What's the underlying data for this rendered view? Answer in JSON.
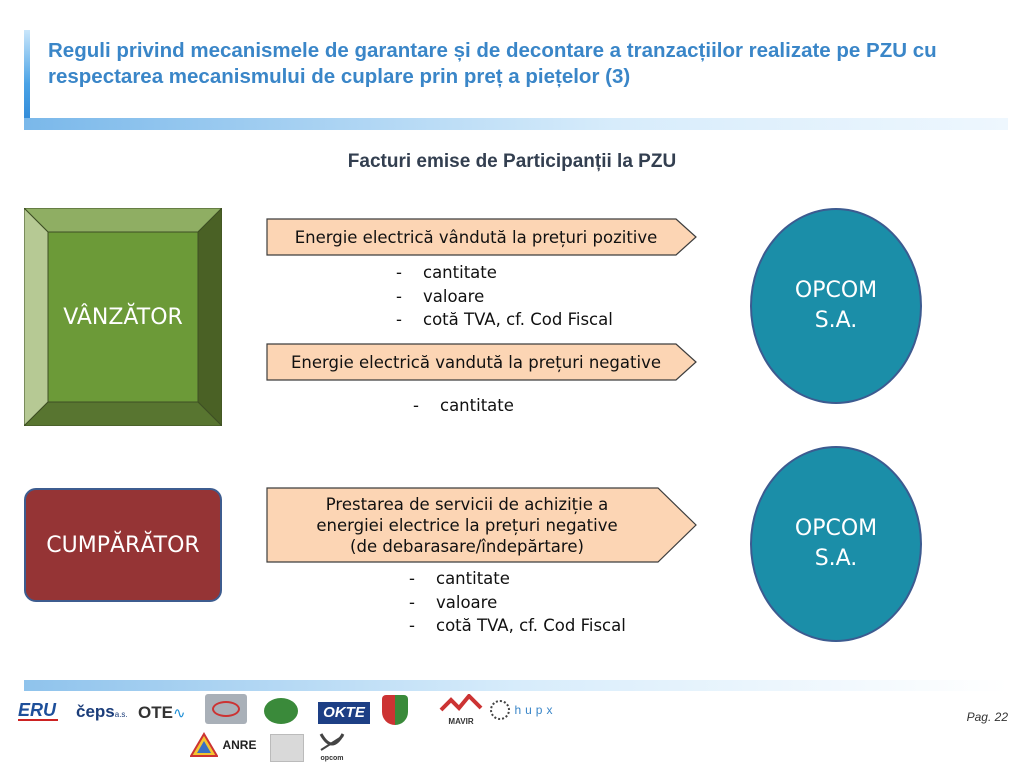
{
  "header": {
    "title": "Reguli privind mecanismele de garantare și de decontare a tranzacțiilor realizate pe PZU cu respectarea mecanismului de cuplare prin preț a piețelor (3)",
    "subtitle": "Facturi emise de Participanții la PZU"
  },
  "vanzator": {
    "label": "VÂNZĂTOR",
    "arrow1": "Energie electrică vândută la prețuri pozitive",
    "list1": [
      "cantitate",
      "valoare",
      "cotă TVA, cf. Cod Fiscal"
    ],
    "arrow2": "Energie electrică vandută la prețuri negative",
    "list2": [
      "cantitate"
    ],
    "party": {
      "line1": "OPCOM",
      "line2": "S.A."
    }
  },
  "cumparator": {
    "label": "CUMPĂRĂTOR",
    "arrow": [
      "Prestarea de servicii de achiziție a",
      "energiei electrice la prețuri negative",
      "(de debarasare/îndepărtare)"
    ],
    "list": [
      "cantitate",
      "valoare",
      "cotă TVA, cf. Cod Fiscal"
    ],
    "party": {
      "line1": "OPCOM",
      "line2": "S.A."
    }
  },
  "bullet": "-",
  "footer": {
    "page": "Pag. 22",
    "logos": [
      "ERU",
      "čeps",
      "a.s.",
      "OTE",
      "OKTE",
      "MAVIR",
      "hupx",
      "ANRE",
      "opcom"
    ]
  },
  "colors": {
    "title": "#3a86c8",
    "green_face": "#6c9a38",
    "peach": "#fcd5b4",
    "teal": "#1b8ea8",
    "maroon": "#953435"
  }
}
